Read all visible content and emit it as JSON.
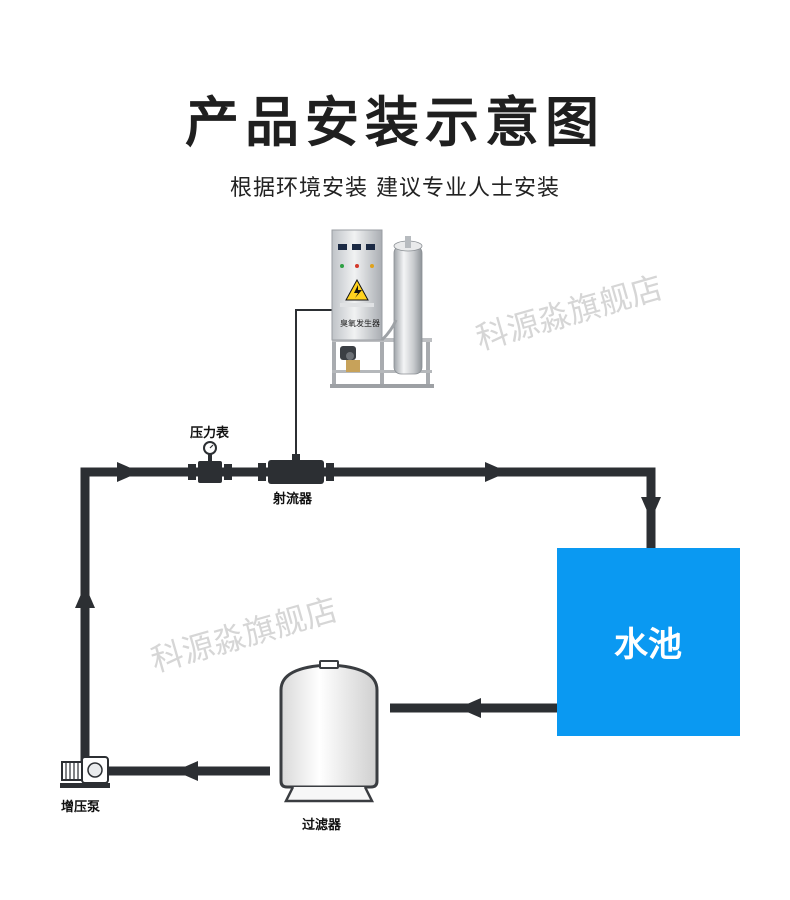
{
  "title": "产品安装示意图",
  "subtitle": "根据环境安装  建议专业人士安装",
  "watermark": "科源淼旗舰店",
  "components": {
    "generator_label": "臭氧发生器",
    "gauge_label": "压力表",
    "ejector_label": "射流器",
    "pool_label": "水池",
    "filter_label": "过滤器",
    "pump_label": "增压泵"
  },
  "colors": {
    "pipe": "#2c2f33",
    "pool": "#0a99f2",
    "steel": "#d7d9db"
  }
}
